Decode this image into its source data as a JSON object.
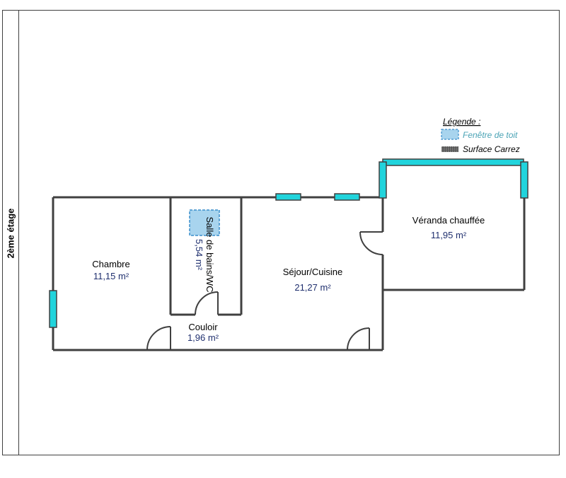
{
  "floor_label": "2ème étage",
  "legend": {
    "title": "Légende :",
    "items": [
      "Fenêtre de toit",
      "Surface Carrez"
    ]
  },
  "rooms": [
    {
      "name": "Chambre",
      "area": "11,15  m²"
    },
    {
      "name": "Salle de bains/WC",
      "area": "5,54  m²"
    },
    {
      "name": "Séjour/Cuisine",
      "area": "21,27  m²"
    },
    {
      "name": "Véranda chauffée",
      "area": "11,95  m²"
    },
    {
      "name": "Couloir",
      "area": "1,96  m²"
    }
  ],
  "colors": {
    "wall": "#404040",
    "window": "#21d4dc",
    "skylight_fill": "#a8d4ee",
    "skylight_border": "#3a8ecb"
  }
}
